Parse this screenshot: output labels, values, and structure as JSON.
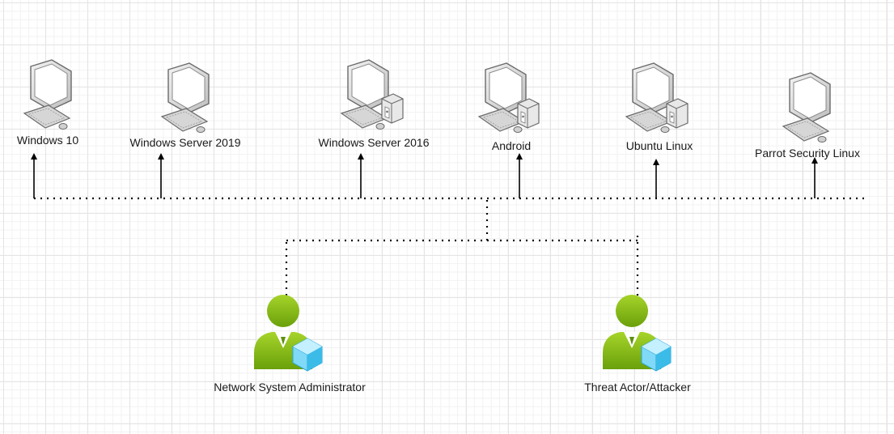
{
  "nodes": [
    {
      "id": "windows-10",
      "label": "Windows 10",
      "icon": "desktop-computer-icon"
    },
    {
      "id": "windows-server-2019",
      "label": "Windows Server 2019",
      "icon": "desktop-computer-icon"
    },
    {
      "id": "windows-server-2016",
      "label": "Windows Server 2016",
      "icon": "server-workstation-icon"
    },
    {
      "id": "android",
      "label": "Android",
      "icon": "server-workstation-icon"
    },
    {
      "id": "ubuntu-linux",
      "label": "Ubuntu Linux",
      "icon": "server-workstation-icon"
    },
    {
      "id": "parrot-security-linux",
      "label": "Parrot Security Linux",
      "icon": "desktop-computer-icon"
    }
  ],
  "actors": [
    {
      "id": "network-system-administrator",
      "label": "Network System Administrator",
      "icon": "user-with-cube-icon"
    },
    {
      "id": "threat-actor-attacker",
      "label": "Threat Actor/Attacker",
      "icon": "user-with-cube-icon"
    }
  ],
  "colors": {
    "user_green": "#7fba00",
    "cube_blue": "#50c8f0",
    "connector": "#000000"
  }
}
